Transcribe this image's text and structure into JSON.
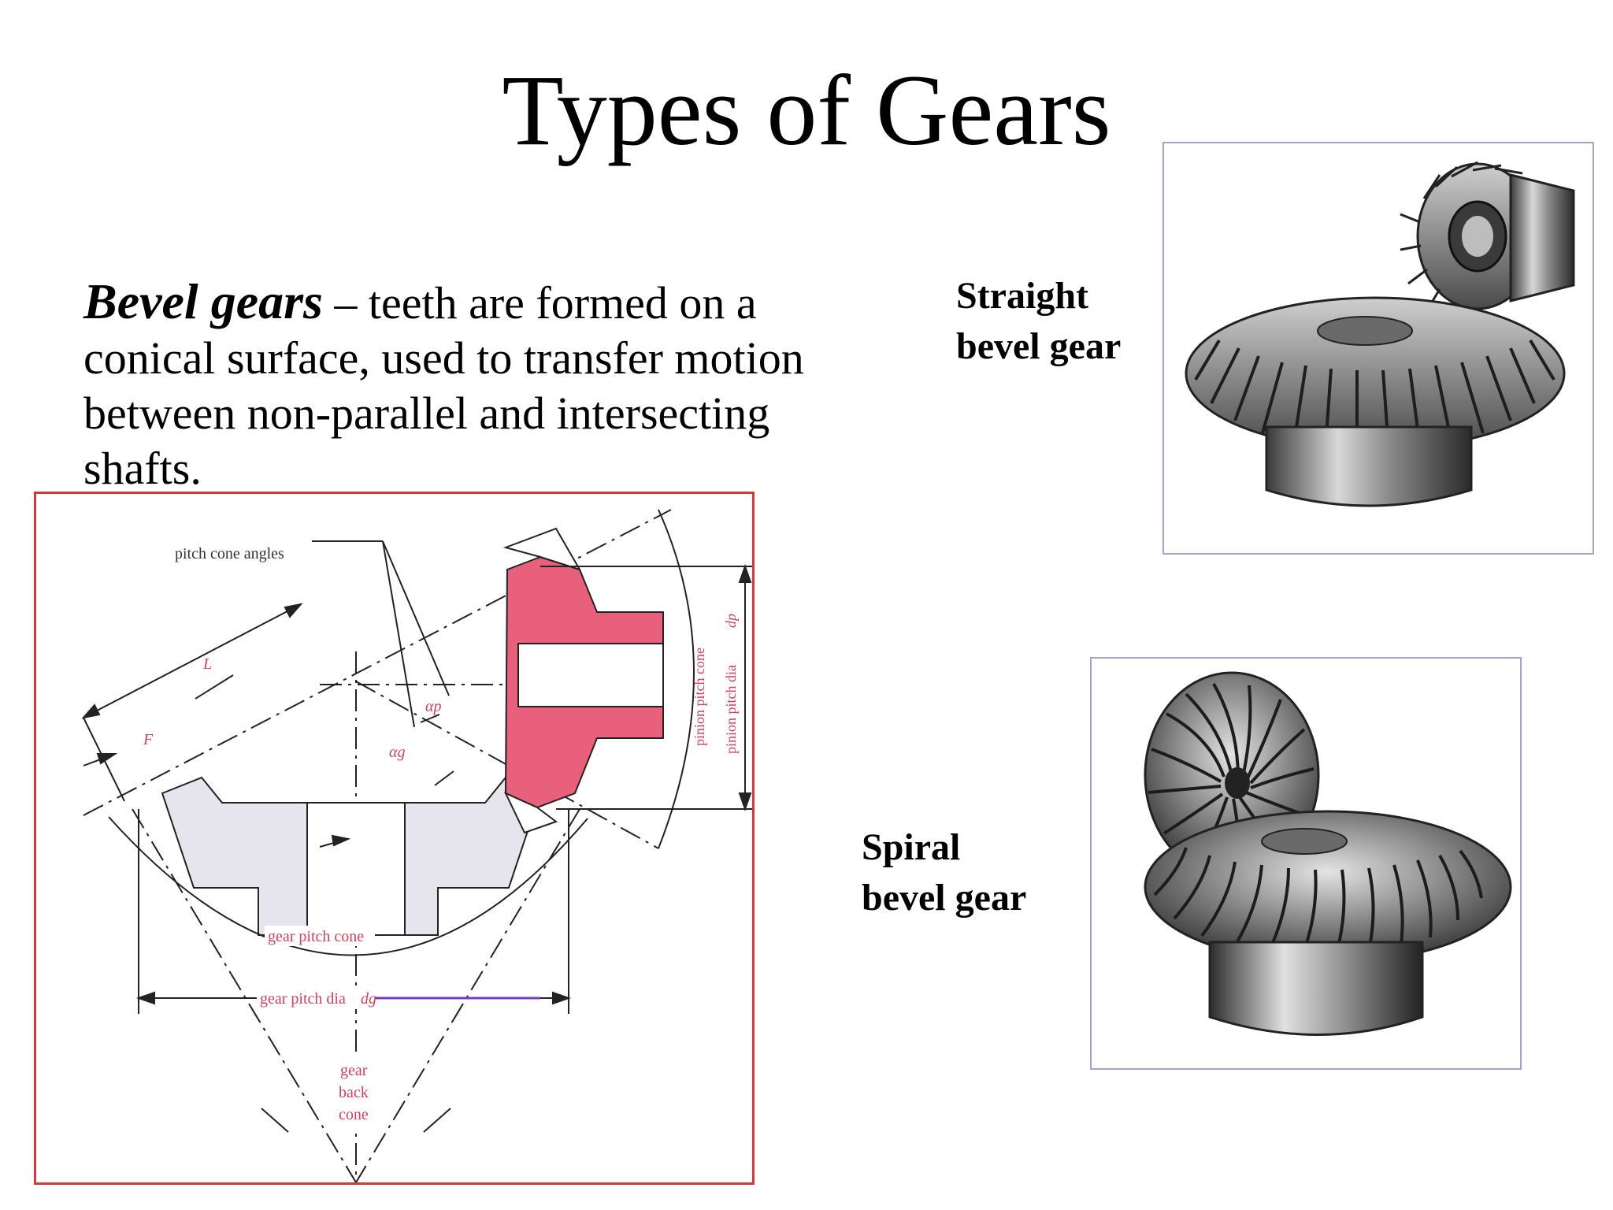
{
  "slide": {
    "title": "Types of Gears",
    "intro": {
      "term": "Bevel gears",
      "text": " – teeth are formed on a conical surface, used to transfer motion between non-parallel and intersecting shafts."
    }
  },
  "photos": {
    "straight": {
      "caption_line1": "Straight",
      "caption_line2": "bevel gear"
    },
    "spiral": {
      "caption_line1": "Spiral",
      "caption_line2": "bevel gear"
    }
  },
  "diagram": {
    "pitch_cone_angles": "pitch cone angles",
    "L": "L",
    "F": "F",
    "alpha_p": "αp",
    "alpha_g": "αg",
    "pinion_pitch_cone": "pinion pitch cone",
    "pinion_pitch_dia": "pinion pitch dia",
    "pinion_pitch_dia_symbol": "dp",
    "gear_pitch_cone": "gear pitch cone",
    "gear_pitch_dia": "gear pitch dia",
    "gear_pitch_dia_symbol": "dg",
    "gear_back_cone_1": "gear",
    "gear_back_cone_2": "back",
    "gear_back_cone_3": "cone",
    "colors": {
      "pinion_fill": "#e8607c",
      "gear_fill": "#e6e4ec",
      "frame": "#d23a3a",
      "label_red": "#c8445c"
    }
  }
}
